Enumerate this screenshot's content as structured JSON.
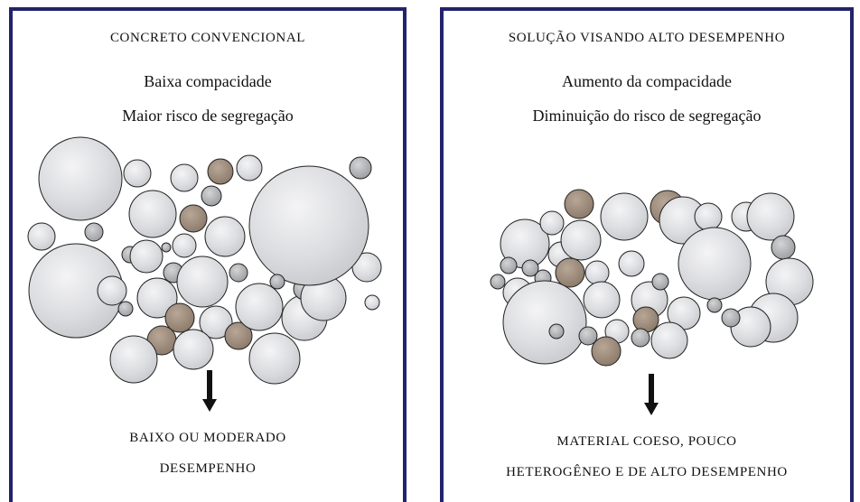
{
  "left_panel": {
    "title": "CONCRETO CONVENCIONAL",
    "line1": "Baixa compacidade",
    "line2": "Maior risco de segregação",
    "result_line1": "BAIXO OU MODERADO",
    "result_line2": "DESEMPENHO"
  },
  "right_panel": {
    "title": "SOLUÇÃO VISANDO ALTO DESEMPENHO",
    "line1": "Aumento da compacidade",
    "line2": "Diminuição do risco de segregação",
    "result_line1": "MATERIAL COESO, POUCO",
    "result_line2": "HETEROGÊNEO E DE ALTO DESEMPENHO"
  },
  "colors": {
    "border": "#23236b",
    "large_aggregate": "#dcdde0",
    "brown_aggregate": "#8a7868",
    "grey_aggregate": "#9a9c9f"
  }
}
